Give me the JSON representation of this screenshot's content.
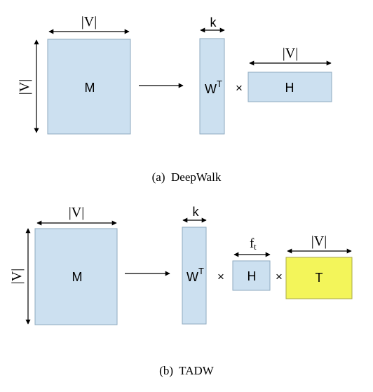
{
  "colors": {
    "matrix_fill": "#cce0f0",
    "matrix_stroke": "#8eaabf",
    "highlight_fill": "#f3f55a",
    "highlight_stroke": "#a9a94a",
    "line": "#000000"
  },
  "diagram_a": {
    "caption": "(a)  DeepWalk",
    "m_label": "M",
    "m_width_label": "|V|",
    "m_height_label": "|V|",
    "w_label": "W",
    "w_superscript": "T",
    "w_width_label": "k",
    "times": "×",
    "h_label": "H",
    "h_width_label": "|V|"
  },
  "diagram_b": {
    "caption": "(b)  TADW",
    "m_label": "M",
    "m_width_label": "|V|",
    "m_height_label": "|V|",
    "w_label": "W",
    "w_superscript": "T",
    "w_width_label": "k",
    "times_1": "×",
    "h_label": "H",
    "h_width_label": "f",
    "h_width_subscript": "t",
    "times_2": "×",
    "t_label": "T",
    "t_width_label": "|V|"
  }
}
